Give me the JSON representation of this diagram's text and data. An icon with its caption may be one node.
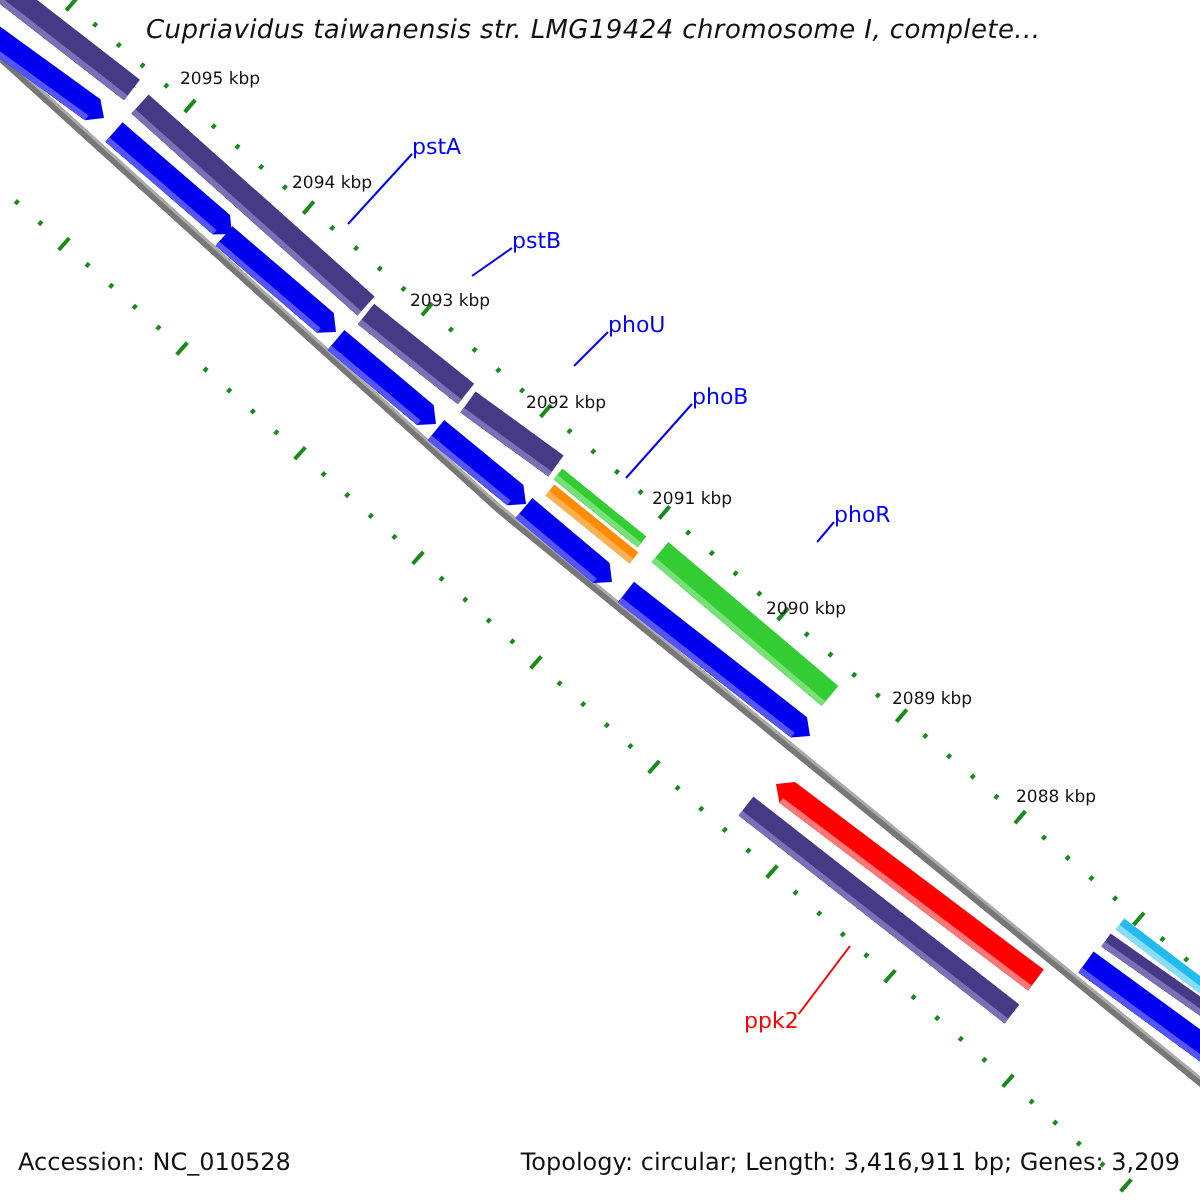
{
  "diagram": {
    "title": "Cupriavidus taiwanensis str. LMG19424 chromosome I, complete...",
    "nodes": [
      {
        "text": [
          "pstA"
        ]
      },
      {
        "text": [
          "pstB"
        ]
      },
      {
        "text": [
          "phoU"
        ]
      },
      {
        "text": [
          "phoB"
        ]
      },
      {
        "text": [
          "phoR"
        ]
      },
      {
        "text": [
          "ppk2"
        ]
      },
      {
        "text": [],
        "shape": "bar"
      }
    ],
    "edges": [
      {
        "from": 0,
        "to": null,
        "arrow": "none"
      },
      {
        "from": 1,
        "to": null,
        "arrow": "none"
      },
      {
        "from": 2,
        "to": null,
        "arrow": "none"
      },
      {
        "from": 3,
        "to": null,
        "arrow": "none"
      },
      {
        "from": 4,
        "to": 6,
        "arrow": "none"
      },
      {
        "from": 5,
        "to": null,
        "arrow": "none",
        "color": "#ff0000"
      }
    ],
    "labels": [
      "2095 kbp",
      "2094 kbp",
      "2093 kbp",
      "2092 kbp",
      "2091 kbp",
      "2090 kbp",
      "2089 kbp",
      "2088 kbp",
      "Accession: NC_010528",
      "Topology: circular; Length: 3,416,911 bp; Genes: 3,209"
    ]
  }
}
